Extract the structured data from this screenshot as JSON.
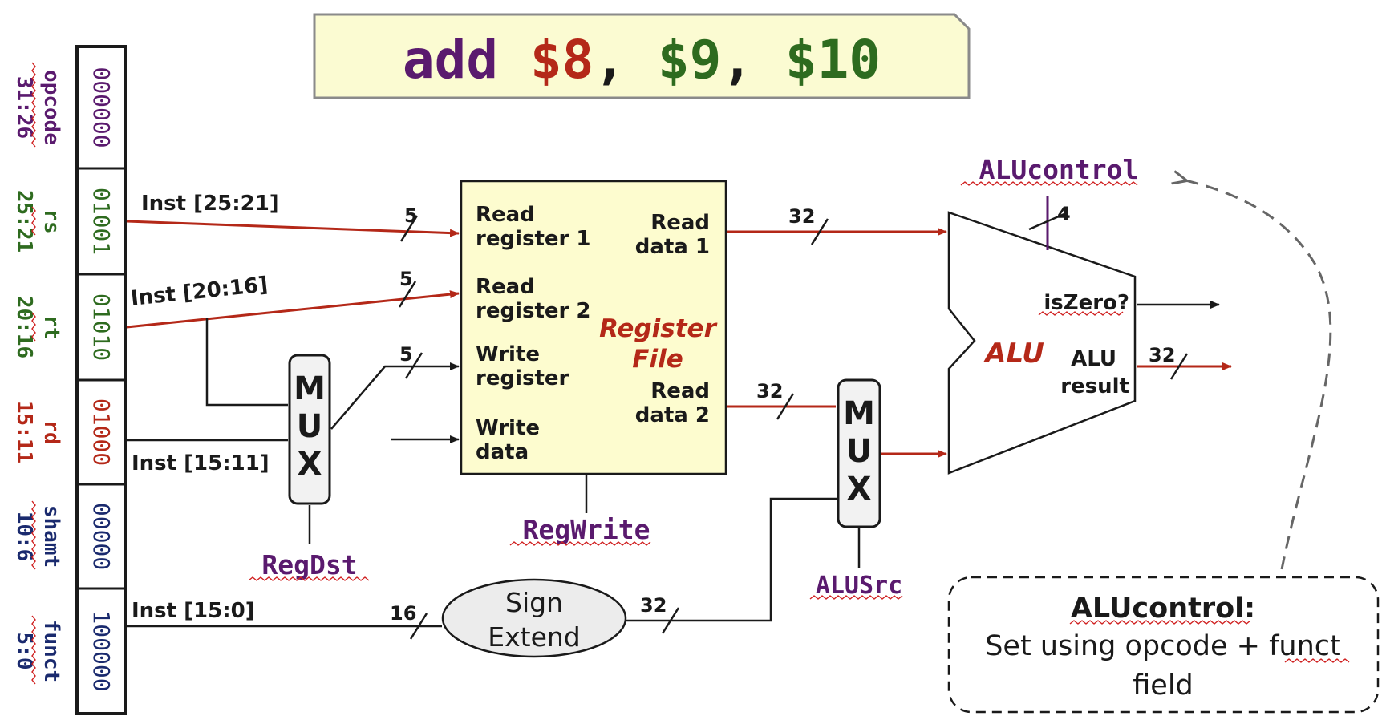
{
  "instruction": {
    "mnemonic": "add",
    "rd": "$8",
    "sep1": ",",
    "rs": "$9",
    "sep2": ",",
    "rt": "$10"
  },
  "fields": [
    {
      "name": "opcode",
      "bits": "31:26",
      "value": "000000",
      "color": "#5a1a6e"
    },
    {
      "name": "rs",
      "bits": "25:21",
      "value": "01001",
      "color": "#2e6b1f"
    },
    {
      "name": "rt",
      "bits": "20:16",
      "value": "01010",
      "color": "#2e6b1f"
    },
    {
      "name": "rd",
      "bits": "15:11",
      "value": "01000",
      "color": "#b42818"
    },
    {
      "name": "shamt",
      "bits": "10:6",
      "value": "00000",
      "color": "#1a2a6e"
    },
    {
      "name": "funct",
      "bits": "5:0",
      "value": "100000",
      "color": "#1a2a6e"
    }
  ],
  "wires": {
    "inst_25_21": "Inst [25:21]",
    "inst_20_16": "Inst [20:16]",
    "inst_15_11": "Inst [15:11]",
    "inst_15_0": "Inst [15:0]",
    "w5a": "5",
    "w5b": "5",
    "w5c": "5",
    "w32a": "32",
    "w32b": "32",
    "w32c": "32",
    "w32d": "32",
    "w16": "16",
    "w4": "4"
  },
  "regfile": {
    "read_reg1_l1": "Read",
    "read_reg1_l2": "register 1",
    "read_reg2_l1": "Read",
    "read_reg2_l2": "register 2",
    "write_reg_l1": "Write",
    "write_reg_l2": "register",
    "write_data_l1": "Write",
    "write_data_l2": "data",
    "read_data1_l1": "Read",
    "read_data1_l2": "data 1",
    "read_data2_l1": "Read",
    "read_data2_l2": "data 2",
    "title_l1": "Register",
    "title_l2": "File"
  },
  "mux": {
    "l1": "M",
    "l2": "U",
    "l3": "X"
  },
  "sign_extend": {
    "l1": "Sign",
    "l2": "Extend"
  },
  "alu": {
    "label": "ALU",
    "is_zero": "isZero?",
    "result_l1": "ALU",
    "result_l2": "result"
  },
  "signals": {
    "regdst": "RegDst",
    "regwrite": "RegWrite",
    "alusrc": "ALUSrc",
    "alucontrol": "ALUcontrol"
  },
  "note": {
    "title": "ALUcontrol:",
    "line1": "Set using opcode + funct",
    "line2": "field"
  },
  "colors": {
    "purple": "#5a1a6e",
    "green": "#2e6b1f",
    "red": "#b42818",
    "navy": "#1a2a6e",
    "regfile_fill": "#fdfccf",
    "banner_fill": "#fbfbd2"
  }
}
